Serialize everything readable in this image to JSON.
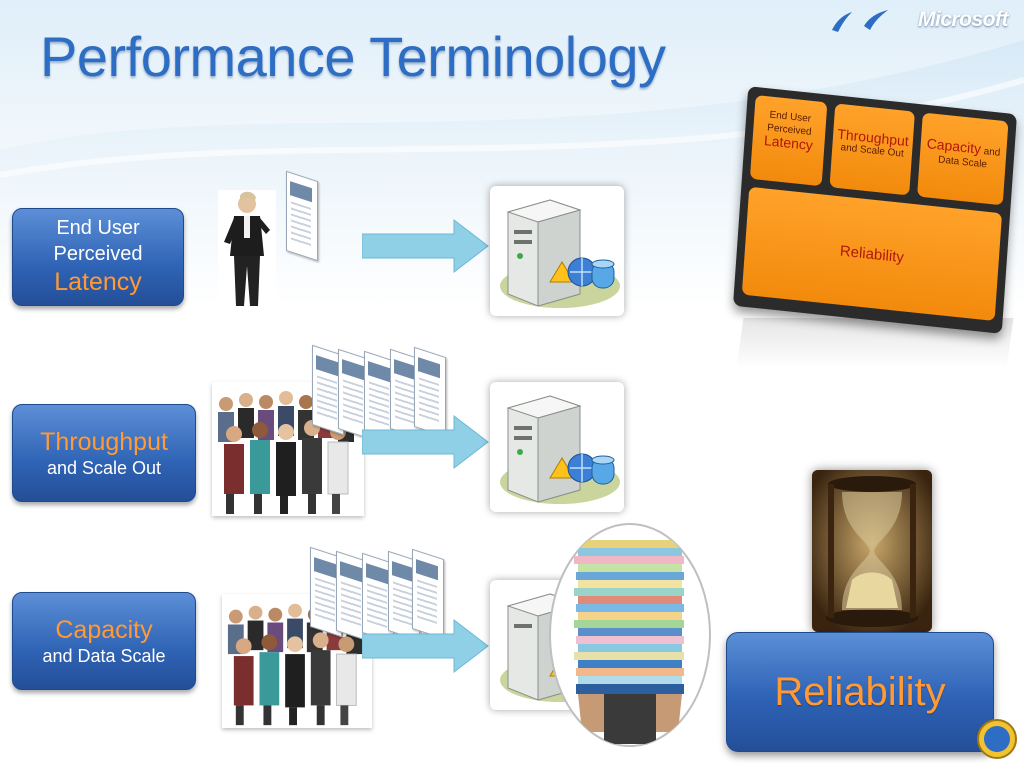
{
  "header": {
    "title": "Performance Terminology",
    "brand": "Microsoft"
  },
  "rows": [
    {
      "line1": "End User",
      "line2": "Perceived",
      "highlight": "Latency",
      "line3": ""
    },
    {
      "line1": "",
      "line2": "",
      "highlight": "Throughput",
      "line3": "and Scale Out"
    },
    {
      "line1": "",
      "line2": "",
      "highlight": "Capacity",
      "line3": "and Data Scale"
    }
  ],
  "diagram": {
    "latency_line1": "End User",
    "latency_line2": "Perceived",
    "latency_highlight": "Latency",
    "throughput_highlight": "Throughput",
    "throughput_sub": "and Scale Out",
    "capacity_highlight": "Capacity",
    "capacity_and": "and",
    "capacity_sub": "Data Scale",
    "reliability": "Reliability"
  },
  "reliability_button": {
    "label": "Reliability"
  },
  "colors": {
    "title_blue": "#2d6dc4",
    "box_blue": "#2f63b5",
    "accent_orange": "#ff9a35",
    "tile_orange": "#f28a0c"
  },
  "icons": [
    "server-icon",
    "globe-icon",
    "database-icon",
    "warning-icon",
    "arrow-right-icon",
    "hourglass-icon",
    "microsoft-logo",
    "birds-icon",
    "badge-icon"
  ]
}
